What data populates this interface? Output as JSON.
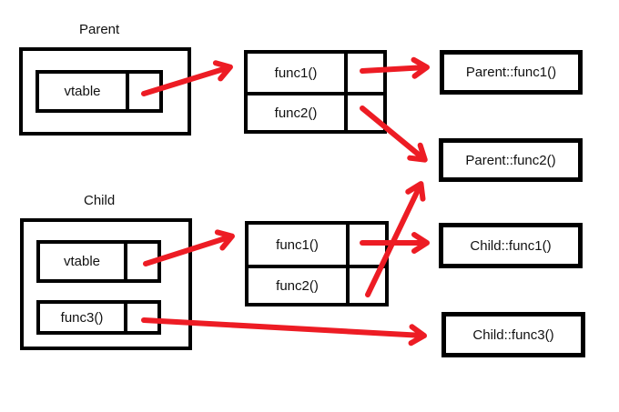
{
  "colors": {
    "arrow": "#ed1c24",
    "border": "#000000",
    "background": "#ffffff"
  },
  "parent_object": {
    "title": "Parent",
    "slots": [
      {
        "label": "vtable"
      }
    ]
  },
  "child_object": {
    "title": "Child",
    "slots": [
      {
        "label": "vtable"
      },
      {
        "label": "func3()"
      }
    ]
  },
  "parent_vtable_table": {
    "rows": [
      {
        "label": "func1()"
      },
      {
        "label": "func2()"
      }
    ]
  },
  "child_vtable_table": {
    "rows": [
      {
        "label": "func1()"
      },
      {
        "label": "func2()"
      }
    ]
  },
  "function_boxes": {
    "parent_func1": "Parent::func1()",
    "parent_func2": "Parent::func2()",
    "child_func1": "Child::func1()",
    "child_func3": "Child::func3()"
  },
  "arrows": [
    {
      "from": "parent-object-vtable-pointer",
      "to": "parent-vtable-table"
    },
    {
      "from": "parent-vtable-func1-pointer",
      "to": "parent-func1-box"
    },
    {
      "from": "parent-vtable-func2-pointer",
      "to": "parent-func2-box"
    },
    {
      "from": "child-object-vtable-pointer",
      "to": "child-vtable-table"
    },
    {
      "from": "child-vtable-func1-pointer",
      "to": "child-func1-box"
    },
    {
      "from": "child-vtable-func2-pointer",
      "to": "parent-func2-box"
    },
    {
      "from": "child-object-func3-pointer",
      "to": "child-func3-box"
    }
  ]
}
